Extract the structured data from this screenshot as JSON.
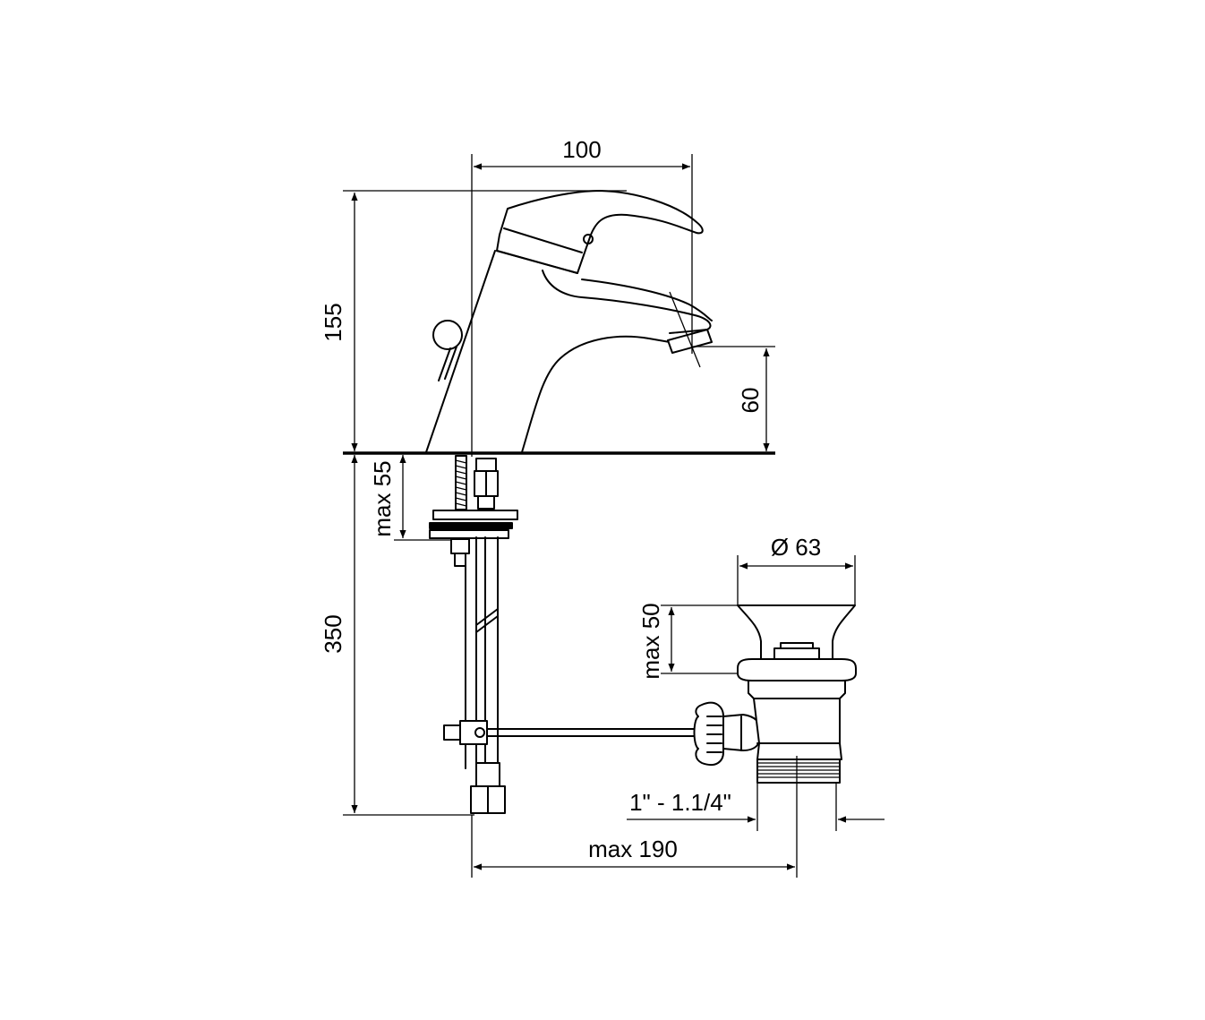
{
  "dimensions": {
    "spout_reach": "100",
    "total_height": "155",
    "spout_height": "60",
    "max_deck_thickness": "max 55",
    "hose_length": "350",
    "waste_diameter": "Ø 63",
    "max_waste_thickness": "max 50",
    "waste_thread": "1\" - 1.1/4\"",
    "max_distance": "max 190"
  }
}
